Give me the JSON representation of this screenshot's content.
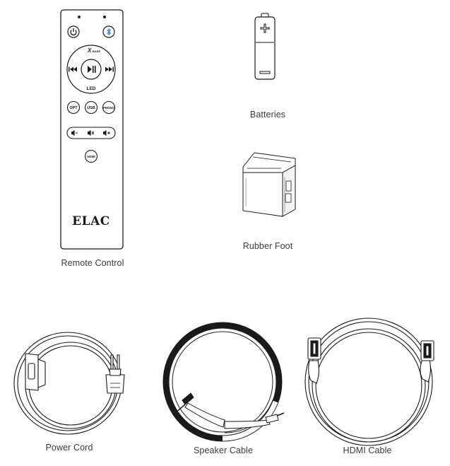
{
  "items": {
    "remote": {
      "caption": "Remote Control",
      "brand": "ELAC",
      "logo": "X",
      "led_label": "LED",
      "buttons": {
        "power_icon": "power-icon",
        "bluetooth_icon": "bluetooth-icon",
        "play_pause": "▶II",
        "prev": "I◀◀",
        "next": "▶▶I",
        "opt": "OPT",
        "usb": "USB",
        "phono": "PHONO",
        "vol_down": "◀−",
        "mute": "◀×",
        "vol_up": "◀+",
        "hdmi": "HDMI"
      }
    },
    "batteries": {
      "caption": "Batteries"
    },
    "rubber_foot": {
      "caption": "Rubber Foot"
    },
    "power_cord": {
      "caption": "Power Cord"
    },
    "speaker_cable": {
      "caption": "Speaker Cable"
    },
    "hdmi_cable": {
      "caption": "HDMI Cable"
    }
  },
  "colors": {
    "line": "#1a1a1a",
    "fill": "#ffffff",
    "text": "#3b3b3b"
  }
}
